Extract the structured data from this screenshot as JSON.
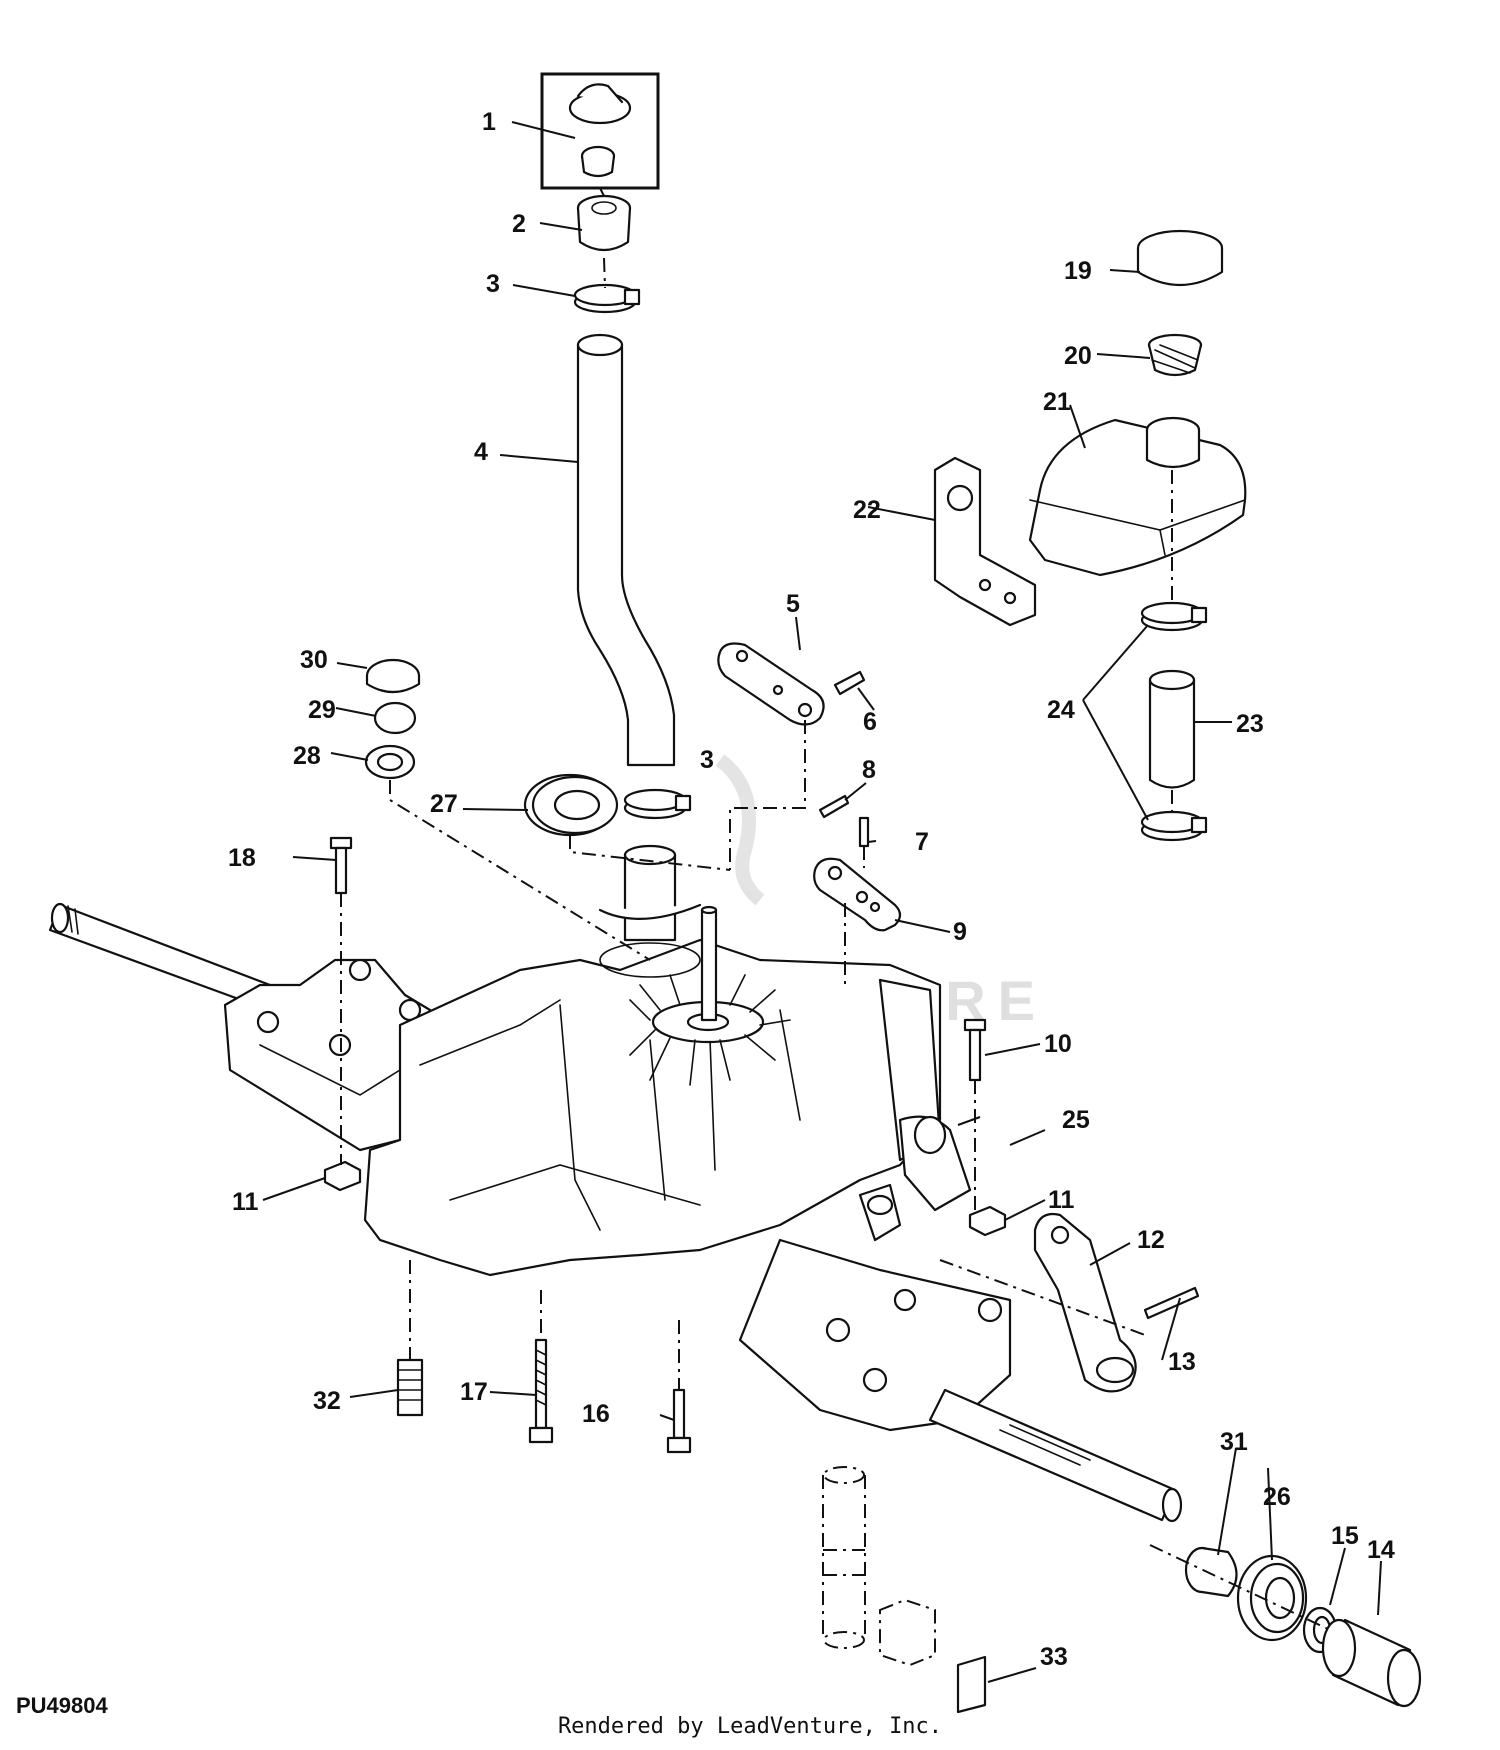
{
  "diagram": {
    "id_label": "PU49804",
    "footer": "Rendered by LeadVenture, Inc.",
    "watermark_text": "LEADVENTURE",
    "callouts": [
      "1",
      "2",
      "3",
      "3",
      "4",
      "5",
      "6",
      "7",
      "8",
      "9",
      "10",
      "11",
      "11",
      "12",
      "13",
      "14",
      "15",
      "16",
      "17",
      "18",
      "19",
      "20",
      "21",
      "22",
      "23",
      "24",
      "25",
      "26",
      "27",
      "28",
      "29",
      "30",
      "31",
      "32",
      "33"
    ]
  },
  "colors": {
    "line": "#111111",
    "background": "#ffffff",
    "watermark": "#d8d8d8"
  }
}
